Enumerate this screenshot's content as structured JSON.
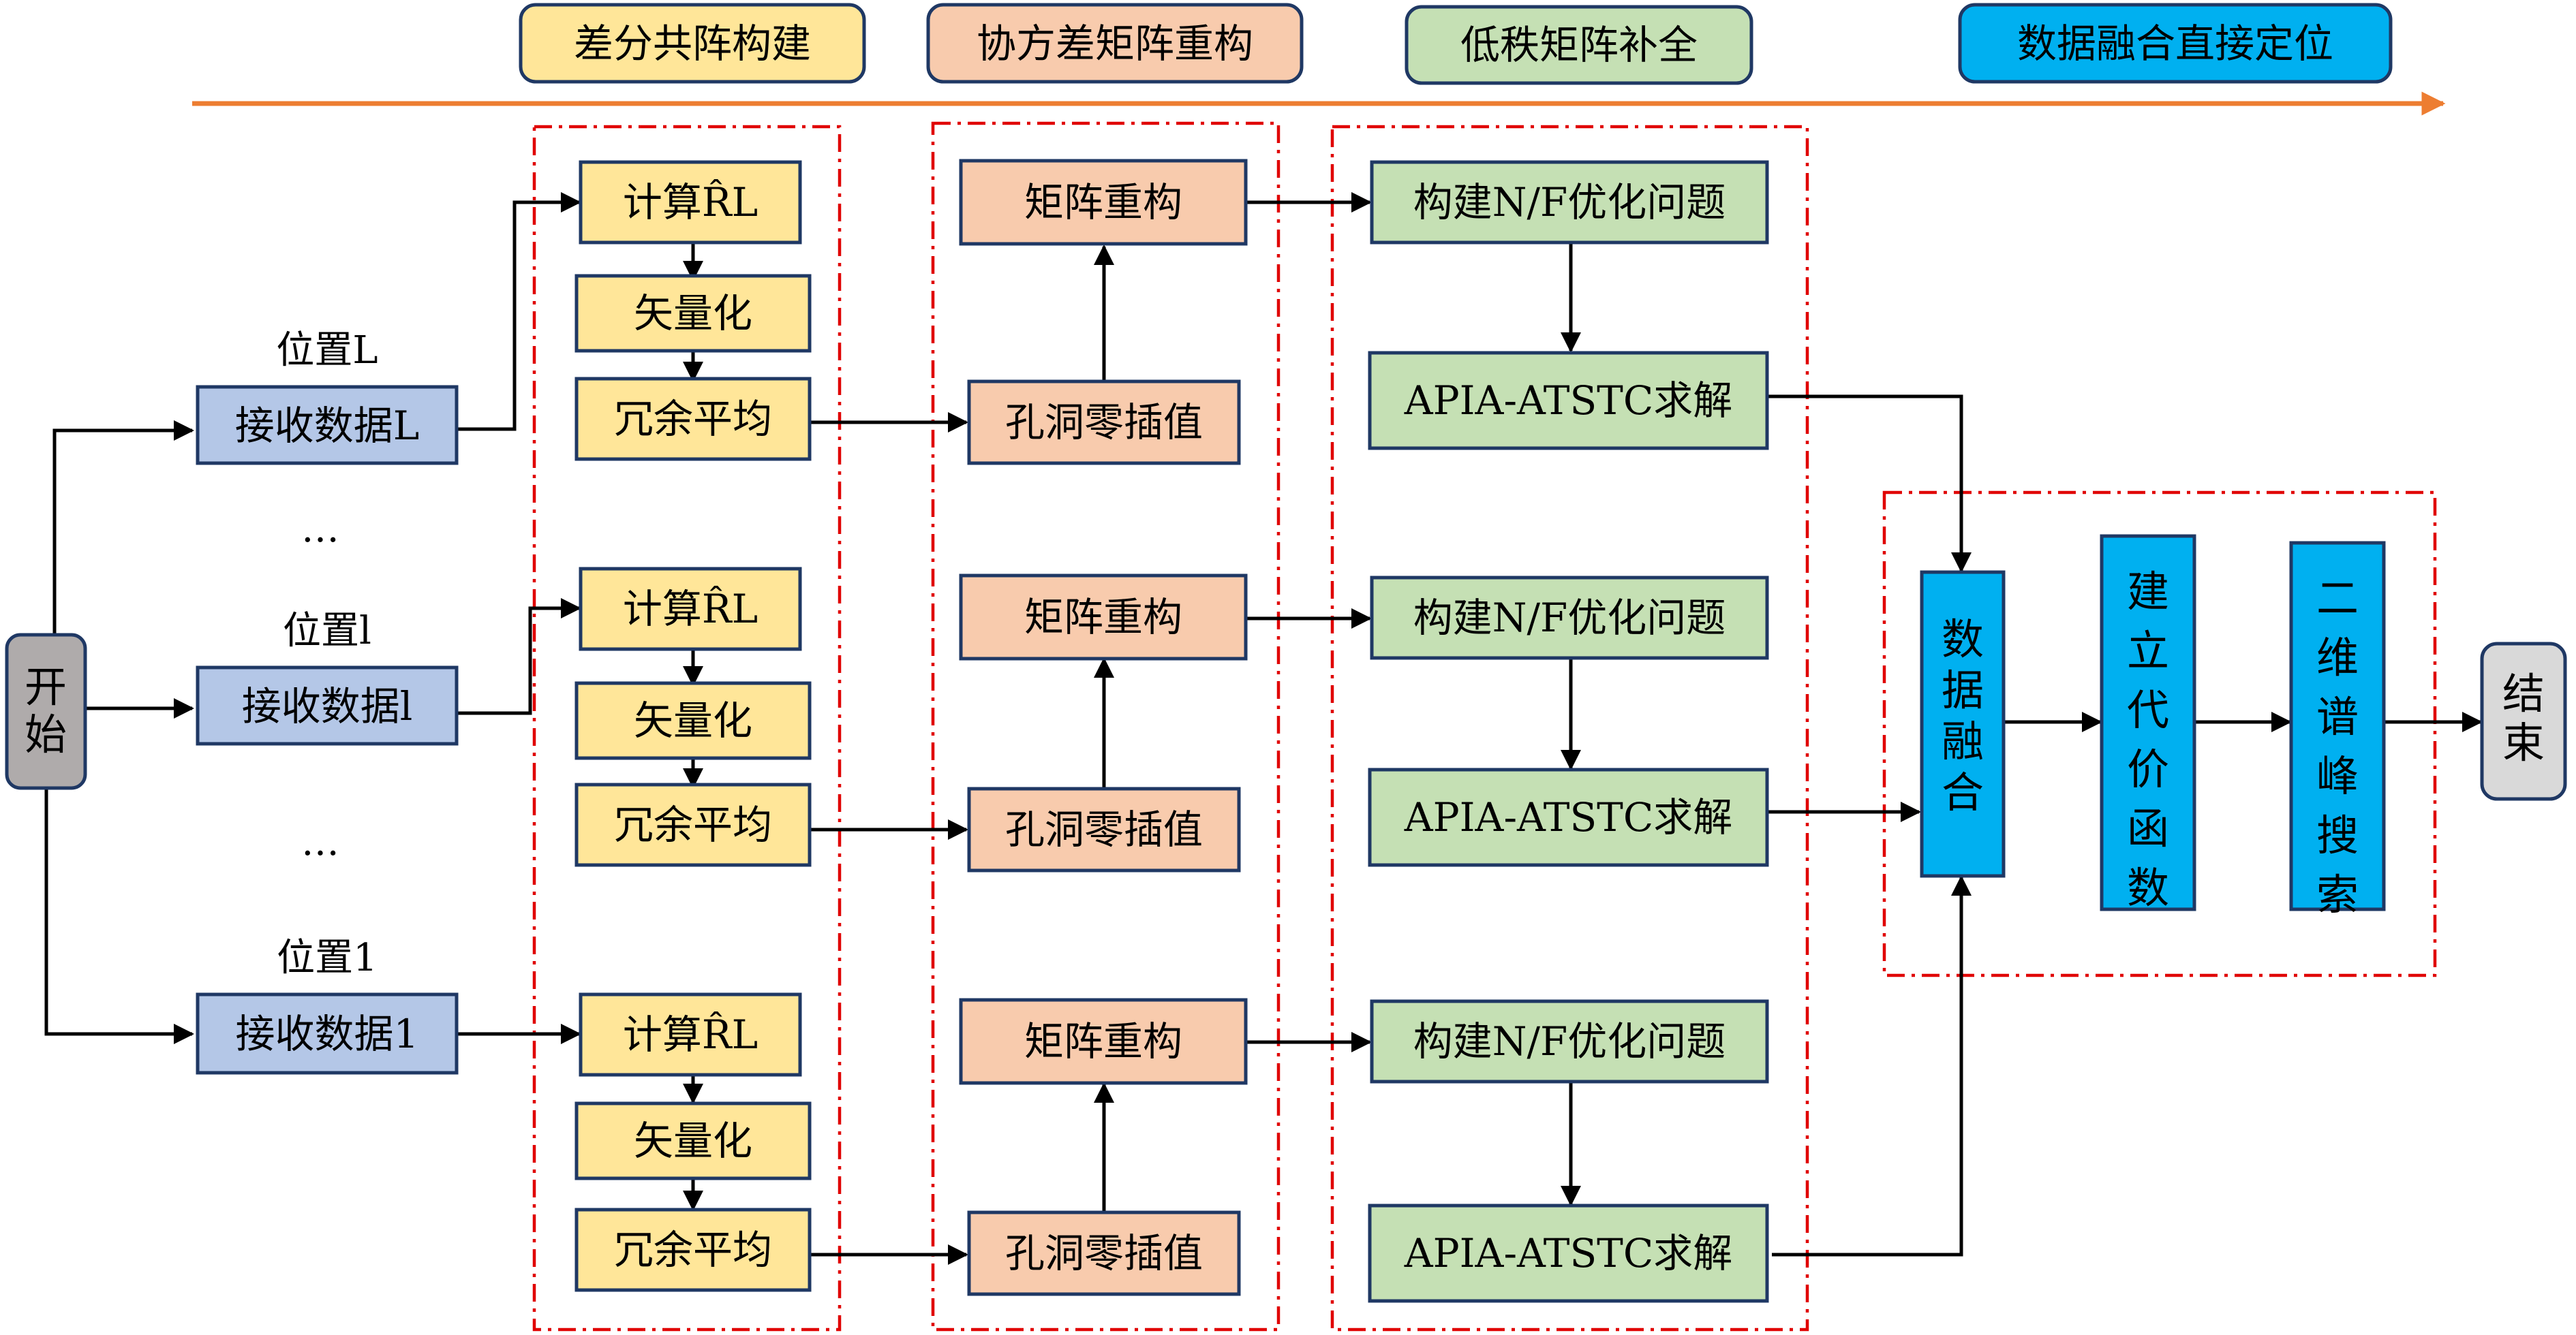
{
  "header": {
    "stages": [
      {
        "label": "差分共阵构建",
        "color": "#FFE699"
      },
      {
        "label": "协方差矩阵重构",
        "color": "#F8CBAD"
      },
      {
        "label": "低秩矩阵补全",
        "color": "#C5E0B4"
      },
      {
        "label": "数据融合直接定位",
        "color": "#00B0F0"
      }
    ],
    "arrow_color": "#ED7D31"
  },
  "start": {
    "label": "开始",
    "color": "#AFABAB"
  },
  "end": {
    "label": "结束",
    "color": "#D9D9D9"
  },
  "positions": [
    {
      "title": "位置L",
      "receive": "接收数据L"
    },
    {
      "title": "位置l",
      "receive": "接收数据l"
    },
    {
      "title": "位置1",
      "receive": "接收数据1"
    }
  ],
  "ellipsis": "…",
  "rows": [
    {
      "compute": "计算R̂L",
      "vectorize": "矢量化",
      "average": "冗余平均",
      "hole_interp": "孔洞零插值",
      "reconstruct": "矩阵重构",
      "build_problem": "构建N/F优化问题",
      "solve": "APIA-ATSTC求解"
    },
    {
      "compute": "计算R̂L",
      "vectorize": "矢量化",
      "average": "冗余平均",
      "hole_interp": "孔洞零插值",
      "reconstruct": "矩阵重构",
      "build_problem": "构建N/F优化问题",
      "solve": "APIA-ATSTC求解"
    },
    {
      "compute": "计算R̂L",
      "vectorize": "矢量化",
      "average": "冗余平均",
      "hole_interp": "孔洞零插值",
      "reconstruct": "矩阵重构",
      "build_problem": "构建N/F优化问题",
      "solve": "APIA-ATSTC求解"
    }
  ],
  "fusion": {
    "data_fusion": "数据融合",
    "cost_function": "建立代价函数",
    "spectrum_search": "二维谱峰搜索"
  },
  "colors": {
    "receive": "#B4C7E7",
    "yellow": "#FFE699",
    "orange": "#F8CBAD",
    "green": "#C5E0B4",
    "blue": "#00B0F0",
    "border": "#1F3864",
    "dash": "#E00000"
  }
}
